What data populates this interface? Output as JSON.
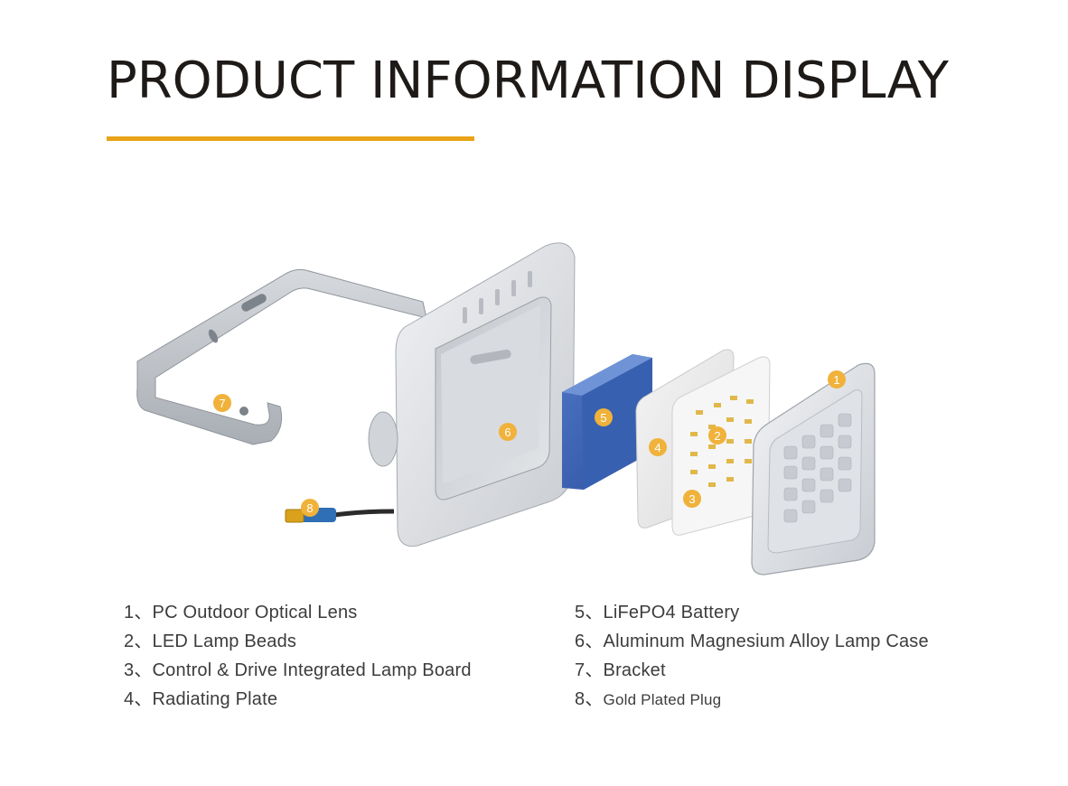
{
  "header": {
    "title": "PRODUCT INFORMATION DISPLAY",
    "underline_color": "#e8a317"
  },
  "diagram": {
    "callout_color": "#f0b23a",
    "callouts": [
      "1",
      "2",
      "3",
      "4",
      "5",
      "6",
      "7",
      "8"
    ]
  },
  "legend": {
    "left": [
      {
        "num": "1",
        "sep": "、",
        "label": "PC Outdoor Optical Lens"
      },
      {
        "num": "2",
        "sep": "、",
        "label": "LED Lamp Beads"
      },
      {
        "num": "3",
        "sep": "、",
        "label": "Control & Drive Integrated Lamp Board"
      },
      {
        "num": "4",
        "sep": "、",
        "label": "Radiating Plate"
      }
    ],
    "right": [
      {
        "num": "5",
        "sep": "、",
        "label": "LiFePO4 Battery"
      },
      {
        "num": "6",
        "sep": "、",
        "label": "Aluminum Magnesium Alloy Lamp Case"
      },
      {
        "num": "7",
        "sep": "、",
        "label": "Bracket"
      },
      {
        "num": "8",
        "sep": "、",
        "label": "Gold Plated Plug"
      }
    ]
  }
}
